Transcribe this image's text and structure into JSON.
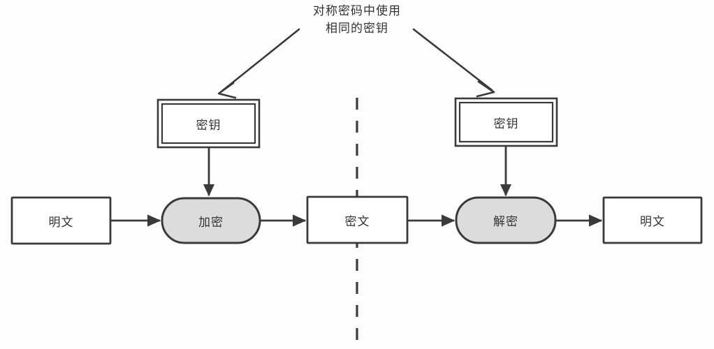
{
  "diagram": {
    "title_lines": [
      "对称密码中使用",
      "相同的密钥"
    ],
    "colors": {
      "background": "#fdfdfd",
      "stroke": "#3a3a3a",
      "box_fill": "#ffffff",
      "process_fill": "#dcdcdc",
      "text": "#333333"
    },
    "nodes": {
      "plaintext_left": {
        "label": "明文",
        "shape": "rectangle"
      },
      "encrypt": {
        "label": "加密",
        "shape": "stadium"
      },
      "ciphertext": {
        "label": "密文",
        "shape": "rectangle"
      },
      "decrypt": {
        "label": "解密",
        "shape": "stadium"
      },
      "plaintext_right": {
        "label": "明文",
        "shape": "rectangle"
      },
      "key_left": {
        "label": "密钥",
        "shape": "double-rectangle"
      },
      "key_right": {
        "label": "密钥",
        "shape": "double-rectangle"
      }
    },
    "divider": {
      "style": "dashed",
      "orientation": "vertical"
    },
    "flow": [
      {
        "from": "明文",
        "to": "加密"
      },
      {
        "from": "加密",
        "to": "密文"
      },
      {
        "from": "密文",
        "to": "解密"
      },
      {
        "from": "解密",
        "to": "明文"
      },
      {
        "from": "密钥",
        "to": "加密"
      },
      {
        "from": "密钥",
        "to": "解密"
      }
    ]
  }
}
